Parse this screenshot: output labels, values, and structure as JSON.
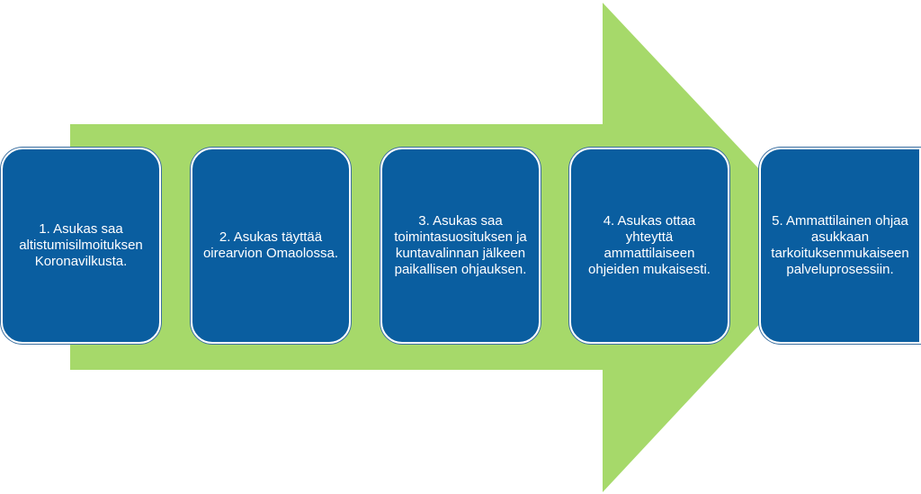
{
  "colors": {
    "arrow": "#a6d96a",
    "box_fill": "#0a5ea0",
    "box_border": "#ffffff",
    "text": "#ffffff"
  },
  "steps": [
    {
      "text": "1. Asukas saa\naltistumisilmoituksen\nKoronavilkusta."
    },
    {
      "text": "2. Asukas täyttää\noirearvion Omaolossa."
    },
    {
      "text": "3. Asukas saa\ntoimintasuosituksen ja\nkuntavalinnan jälkeen\npaikallisen ohjauksen."
    },
    {
      "text": "4. Asukas ottaa yhteyttä\nammattilaiseen\nohjeiden mukaisesti."
    },
    {
      "text": "5. Ammattilainen ohjaa\nasukkaan\ntarkoituksenmukaiseen\npalveluprosessiin."
    }
  ]
}
